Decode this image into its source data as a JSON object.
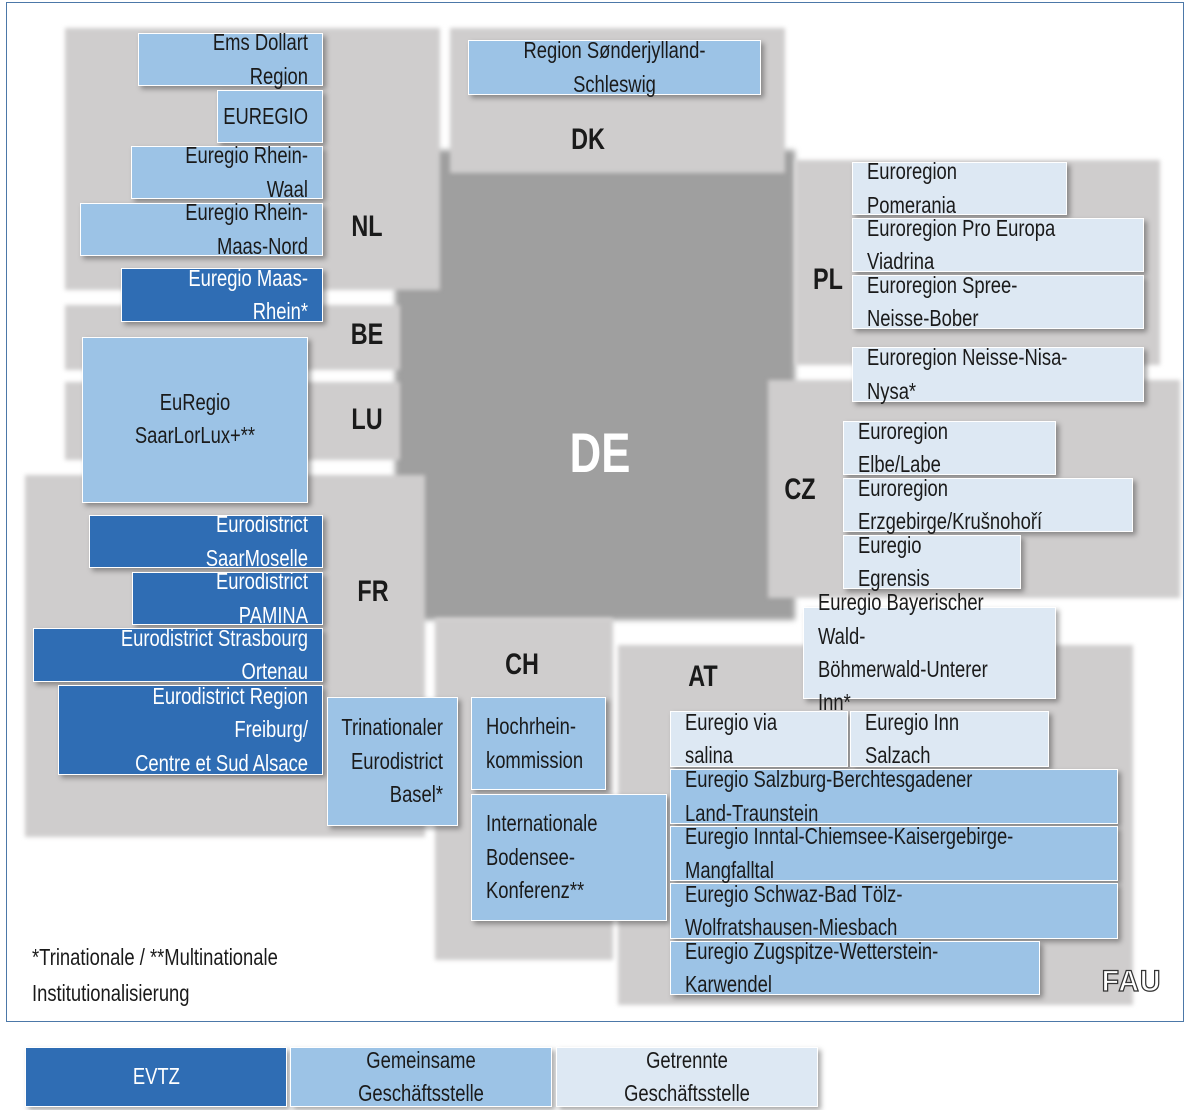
{
  "countries": {
    "de": "DE",
    "nl": "NL",
    "be": "BE",
    "lu": "LU",
    "fr": "FR",
    "dk": "DK",
    "pl": "PL",
    "cz": "CZ",
    "ch": "CH",
    "at": "AT"
  },
  "regions": {
    "ems": "Ems Dollart Region",
    "euregio": "EUREGIO",
    "rhein_waal": "Euregio Rhein-Waal",
    "rhein_maas_nord": "Euregio Rhein-Maas-Nord",
    "maas_rhein": "Euregio Maas-Rhein*",
    "saarlorlux": "EuRegio SaarLorLux+**",
    "saarmoselle": "Eurodistrict SaarMoselle",
    "pamina": "Eurodistrict PAMINA",
    "strasbourg": "Eurodistrict Strasbourg Ortenau",
    "freiburg": "Eurodistrict Region Freiburg/\nCentre et Sud Alsace",
    "basel": "Trinationaler\nEurodistrict\nBasel*",
    "sonderjylland": "Region Sønderjylland-Schleswig",
    "pomerania": "Euroregion Pomerania",
    "viadrina": "Euroregion Pro Europa Viadrina",
    "spree": "Euroregion Spree-Neisse-Bober",
    "neisse": "Euroregion Neisse-Nisa-Nysa*",
    "elbe": "Euroregion Elbe/Labe",
    "erzgebirge": "Euroregion Erzgebirge/Krušnohoří",
    "egrensis": "Euregio Egrensis",
    "bayerischer": "Euregio Bayerischer Wald-\nBöhmerwald-Unterer Inn*",
    "hochrhein": "Hochrhein-\nkommission",
    "bodensee": "Internationale\nBodensee-\nKonferenz**",
    "via_salina": "Euregio via salina",
    "inn_salzach": "Euregio Inn Salzach",
    "salzburg": "Euregio Salzburg-Berchtesgadener Land-Traunstein",
    "inntal": "Euregio Inntal-Chiemsee-Kaisergebirge-Mangfalltal",
    "schwaz": "Euregio Schwaz-Bad Tölz-Wolfratshausen-Miesbach",
    "zugspitze": "Euregio Zugspitze-Wetterstein-Karwendel"
  },
  "footnote": "*Trinationale / **Multinationale\nInstitutionalisierung",
  "logo": "FAU",
  "legend": {
    "evtz": "EVTZ",
    "gemeinsame": "Gemeinsame Geschäftsstelle",
    "getrennte": "Getrennte Geschäftsstelle"
  },
  "colors": {
    "evtz": "#2f6db4",
    "gemeinsame": "#9cc3e6",
    "getrennte": "#dde8f3",
    "neighbor_zone": "#cfcdcd",
    "germany_zone": "#9f9f9f"
  }
}
